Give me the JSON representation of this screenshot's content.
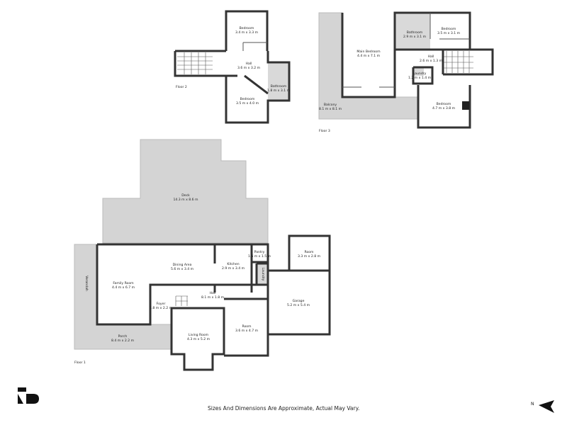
{
  "floors": [
    {
      "label": "Floor 1",
      "rooms": [
        {
          "name": "Deck",
          "size": "14.3 m x 8.6 m"
        },
        {
          "name": "Dining Area",
          "size": "5.6 m x 3.4 m"
        },
        {
          "name": "Kitchen",
          "size": "2.9 m x 3.4 m"
        },
        {
          "name": "Pantry",
          "size": "1.6 m x 1.5 m"
        },
        {
          "name": "Laundry",
          "size": ""
        },
        {
          "name": "Family Room",
          "size": "4.4 m x 6.7 m"
        },
        {
          "name": "Verandah",
          "size": ""
        },
        {
          "name": "Hall",
          "size": "8.1 m x 1.8 m"
        },
        {
          "name": "Foyer",
          "size": "1.8 m x 2.2 m"
        },
        {
          "name": "Porch",
          "size": "8.4 m x 2.2 m"
        },
        {
          "name": "Living Room",
          "size": "4.3 m x 5.2 m"
        },
        {
          "name": "Room",
          "size": "3.6 m x 4.7 m"
        },
        {
          "name": "Room",
          "size": "3.3 m x 2.8 m"
        },
        {
          "name": "Garage",
          "size": "5.2 m x 5.4 m"
        }
      ]
    },
    {
      "label": "Floor 2",
      "rooms": [
        {
          "name": "Bedroom",
          "size": "3.4 m x 3.3 m"
        },
        {
          "name": "Hall",
          "size": "3.6 m x 3.2 m"
        },
        {
          "name": "Bathroom",
          "size": "1.8 m x 3.1 m"
        },
        {
          "name": "Bedroom",
          "size": "3.5 m x 4.0 m"
        }
      ]
    },
    {
      "label": "Floor 3",
      "rooms": [
        {
          "name": "Main Bedroom",
          "size": "4.4 m x 7.1 m"
        },
        {
          "name": "Bathroom",
          "size": "2.9 m x 3.1 m"
        },
        {
          "name": "Bedroom",
          "size": "3.5 m x 3.1 m"
        },
        {
          "name": "Hall",
          "size": "2.6 m x 1.3 m"
        },
        {
          "name": "Laundry",
          "size": "1.2 m x 1.4 m"
        },
        {
          "name": "Balcony",
          "size": "8.1 m x 8.1 m"
        },
        {
          "name": "Bedroom",
          "size": "4.7 m x 3.8 m"
        }
      ]
    }
  ],
  "disclaimer": "Sizes And Dimensions Are Approximate, Actual May Vary.",
  "compass": {
    "label": "N",
    "icon": "north-arrow-icon"
  },
  "logo": {
    "icon": "brand-logo-icon"
  }
}
